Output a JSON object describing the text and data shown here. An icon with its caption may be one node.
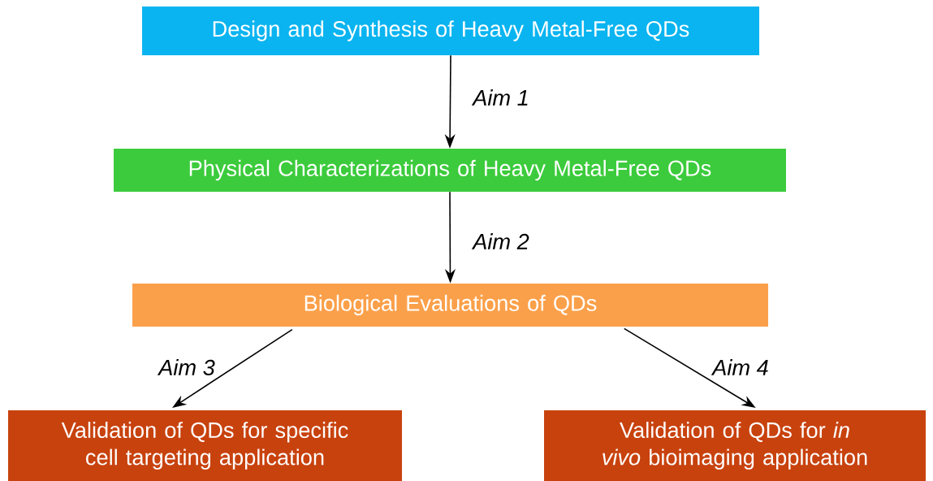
{
  "diagram": {
    "nodes": [
      {
        "text": [
          "Design and Synthesis of Heavy Metal-Free QDs"
        ]
      },
      {
        "text": [
          "Physical Characterizations of Heavy Metal-Free QDs"
        ]
      },
      {
        "text": [
          "Biological Evaluations of QDs"
        ]
      },
      {
        "text": [
          "Validation of QDs for specific cell targeting application"
        ]
      },
      {
        "text": [
          "Validation of QDs for *in vivo* bioimaging application"
        ]
      }
    ],
    "edges": [
      {
        "from": 0,
        "to": 1,
        "arrow": "to",
        "label": "Aim 1"
      },
      {
        "from": 1,
        "to": 2,
        "arrow": "to",
        "label": "Aim 2"
      },
      {
        "from": 2,
        "to": 3,
        "arrow": "to",
        "label": "Aim 3"
      },
      {
        "from": 2,
        "to": 4,
        "arrow": "to",
        "label": "Aim 4"
      }
    ]
  }
}
